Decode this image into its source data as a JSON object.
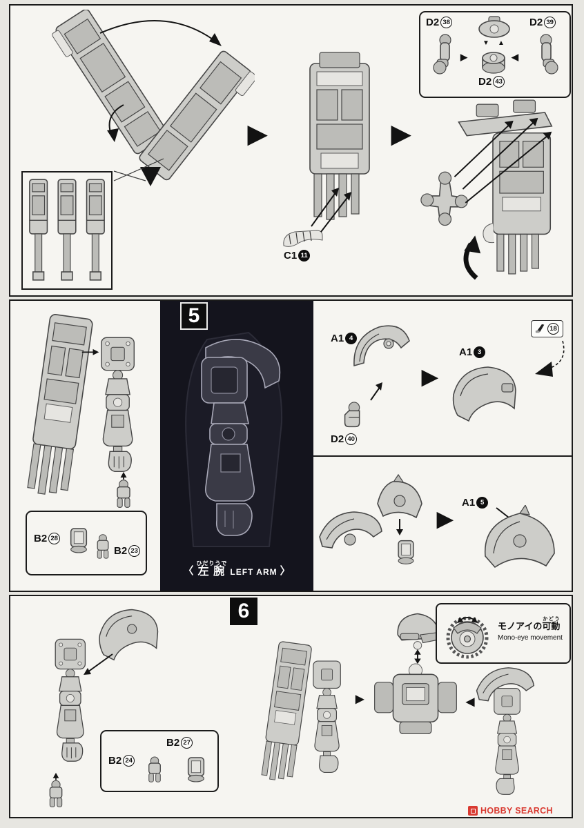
{
  "icons": {
    "flow_arrow_right": "▶",
    "flow_arrow_left": "◀",
    "arrow_up": "▲",
    "arrow_down": "▼"
  },
  "top_section": {
    "parts_box": {
      "d2_38": {
        "runner": "D2",
        "num": "38"
      },
      "d2_39": {
        "runner": "D2",
        "num": "39"
      },
      "d2_43": {
        "runner": "D2",
        "num": "43"
      }
    },
    "c1_11": {
      "runner": "C1",
      "num": "11"
    }
  },
  "step5": {
    "number": "5",
    "b2_28": {
      "runner": "B2",
      "num": "28"
    },
    "b2_23": {
      "runner": "B2",
      "num": "23"
    },
    "caption": {
      "open": "〈",
      "furigana": "ひだりうで",
      "jp": "左腕",
      "en": "LEFT ARM",
      "close": "〉"
    },
    "a1_4": {
      "runner": "A1",
      "num": "4"
    },
    "d2_40": {
      "runner": "D2",
      "num": "40"
    },
    "a1_3": {
      "runner": "A1",
      "num": "3"
    },
    "tool_badge": {
      "num": "18"
    },
    "a1_5": {
      "runner": "A1",
      "num": "5"
    }
  },
  "step6": {
    "number": "6",
    "b2_24": {
      "runner": "B2",
      "num": "24"
    },
    "b2_27": {
      "runner": "B2",
      "num": "27"
    },
    "monoeye": {
      "prefix": "モノアイの",
      "kanji": "可動",
      "furigana": "かどう",
      "subtitle": "Mono-eye movement"
    }
  },
  "watermark": {
    "text": "HOBBY SEARCH"
  }
}
